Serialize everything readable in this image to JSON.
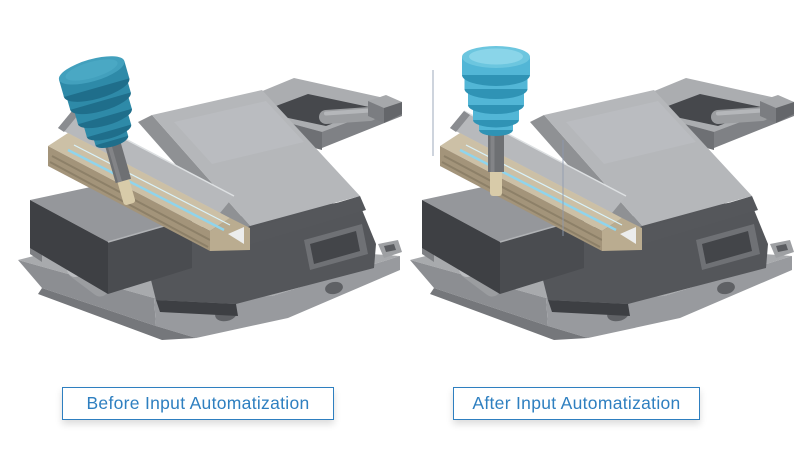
{
  "page": {
    "background_color": "#ffffff"
  },
  "panels": [
    {
      "id": "before",
      "label": "Before Input Automatization",
      "tool_colors": {
        "main": "#2e8aa8",
        "dark": "#1f6e8b",
        "light": "#4aa8c4",
        "top": "#42a0bd"
      },
      "has_guide_lines": false
    },
    {
      "id": "after",
      "label": "After Input Automatization",
      "tool_colors": {
        "main": "#52b6d6",
        "dark": "#2f93b5",
        "light": "#8ad5e9",
        "top": "#6cc6df"
      },
      "has_guide_lines": true
    }
  ],
  "label_style": {
    "text_color": "#2e7fc0",
    "border_color": "#2e7fc0"
  },
  "scene_palette": {
    "vise_base": "#a8aaad",
    "vise_body_dark": "#54565a",
    "vise_plate": "#b5b7ba",
    "vise_jaw_top": "#95979b",
    "workpiece_tan": "#ccc0a6",
    "workpiece_tan_dark": "#a3947a",
    "toolpath_cyan": "#8fd4ec",
    "guide_line": "#8e9ab0",
    "tool_shank": "#6e7073",
    "tool_tip": "#d8cba9"
  }
}
